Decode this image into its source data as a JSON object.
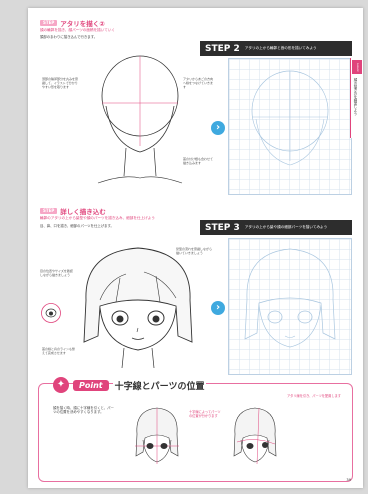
{
  "section1": {
    "tag": "STEP",
    "title": "アタリを描く②",
    "subtitle": "顔の輪郭を描き、顔パーツの面積を描いていく",
    "intro": "頭部のまわりに描き込んで行きます。",
    "note_left": "頭部の輪郭部分を丸みを意識して、イラストで分かりやすい形を取ります",
    "note_right": "アタリからあごの方向へ線をつなげていきます",
    "note_bottom": "首の付け根も合わせて描き込みます"
  },
  "step2": {
    "label": "STEP 2",
    "text": "アタリの上から輪郭と首の形を描いてみよう"
  },
  "section2": {
    "tag": "STEP",
    "title": "詳しく描き込む",
    "subtitle": "輪郭のアタリの上から髪型や顔のパーツを描き込み、細部を仕上げよう",
    "intro": "目、鼻、口を描き、細部のパーツを仕上げます。",
    "note_left": "目の位置やサイズを確認しながら描きましょう",
    "note_right": "髪型の流れを意識しながら描いていきましょう",
    "note_bottom": "首の線と肩のラインも整えて完成させます"
  },
  "step3": {
    "label": "STEP 3",
    "text": "アタリの上から髪や顔の細部パーツを描いてみよう"
  },
  "side_tab": {
    "lesson": "Lesson",
    "text": "顔の描き方を練習しよう"
  },
  "point": {
    "badge": "Point",
    "title": "十字線とパーツの位置",
    "text": "顔を描く時、顔に十字線を引くと、パーツの位置を決めやすくなります。",
    "note1": "十字線によってパーツの位置が分かります",
    "note2": "アタリ線を引き、パーツを配置します"
  },
  "page_number": "39",
  "colors": {
    "accent_pink": "#e0447c",
    "step_bg": "#2d2d2d",
    "arrow_blue": "#3fa9df"
  }
}
